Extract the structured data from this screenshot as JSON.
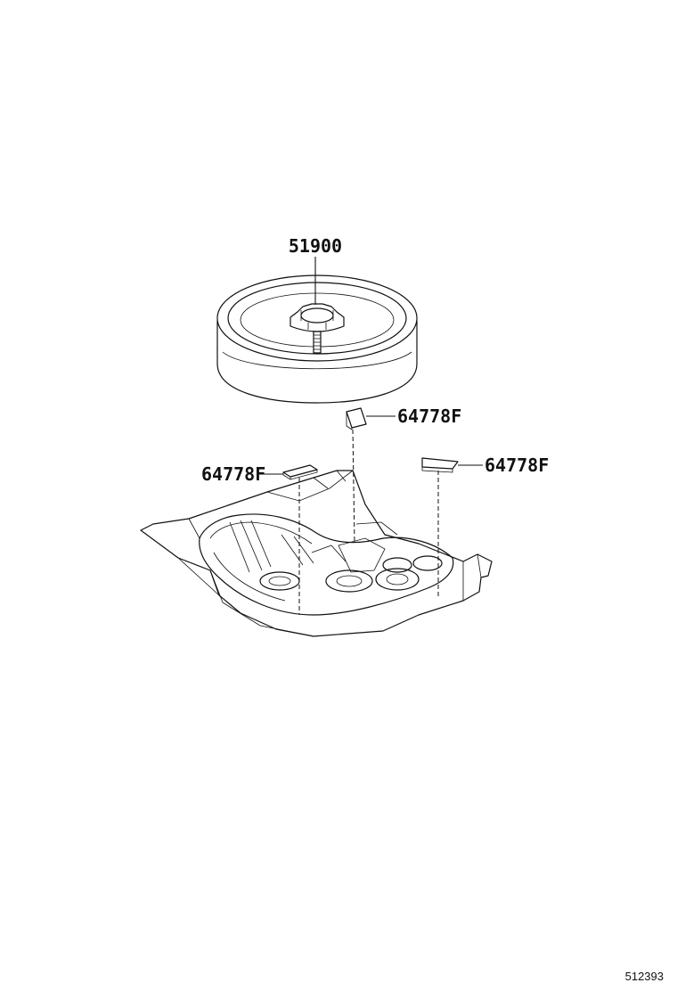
{
  "parts": {
    "spare_wheel": {
      "number": "51900"
    },
    "pad_top": {
      "number": "64778F"
    },
    "pad_left": {
      "number": "64778F"
    },
    "pad_right": {
      "number": "64778F"
    }
  },
  "diagram_id": "512393"
}
